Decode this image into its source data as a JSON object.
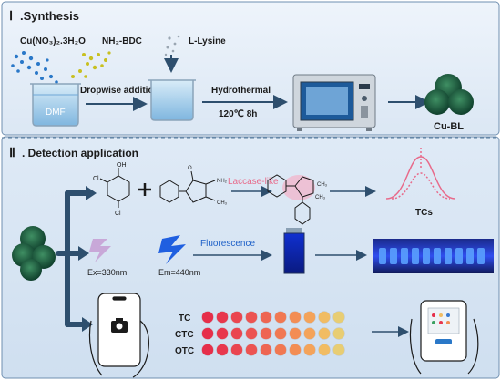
{
  "section1": {
    "numeral": "Ⅰ",
    "title": ".Synthesis",
    "reagent_cu": "Cu(NO₃)₂.3H₂O",
    "reagent_bdc": "NH₂-BDC",
    "reagent_lys": "L-Lysine",
    "solvent": "DMF",
    "step_dropwise": "Dropwise addition",
    "step_hydro": "Hydrothermal",
    "step_cond": "120℃ 8h",
    "product": "Cu-BL"
  },
  "section2": {
    "numeral": "Ⅱ",
    "title": ". Detection application",
    "laccase": "Laccase-like",
    "tcs": "TCs",
    "fluor": "Fluorescence",
    "ex": "Ex=330nm",
    "em": "Em=440nm",
    "rows": [
      "TC",
      "CTC",
      "OTC"
    ]
  },
  "colors": {
    "bg_top": "#e6eff8",
    "bg_bottom": "#dde9f6",
    "navy_arrow": "#2e4f6e",
    "laccase_text": "#e86a8a",
    "fluor_text": "#1e60c8",
    "pink_curve": "#e86a8a",
    "dot_palette": [
      "#e62e4a",
      "#e8374d",
      "#ea4550",
      "#ec5352",
      "#ee6552",
      "#f17852",
      "#f38d54",
      "#f4a35a",
      "#f1bc63",
      "#e8cd73"
    ]
  }
}
